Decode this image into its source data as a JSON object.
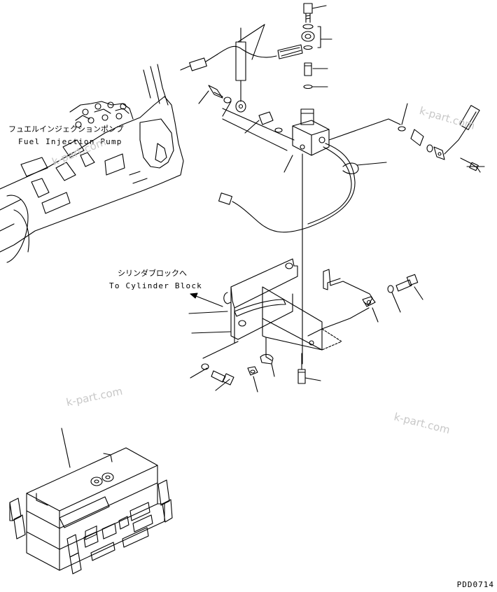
{
  "labels": {
    "fuel_pump_jp": "フュエルインジェクションポンプ",
    "fuel_pump_en": "Fuel Injection Pump",
    "cylinder_jp": "シリンダブロックへ",
    "cylinder_en": "To Cylinder Block"
  },
  "watermark": "k-part.com",
  "ref_code": "PDD0714",
  "colors": {
    "line": "#000000",
    "watermark": "#c8c8c8"
  }
}
